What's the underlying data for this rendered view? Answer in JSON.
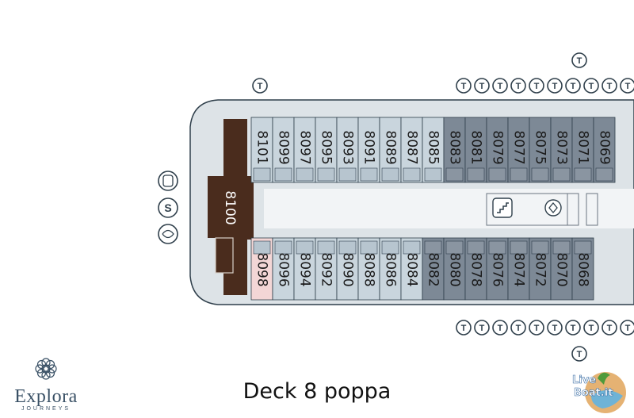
{
  "title": "Deck 8 poppa",
  "brand": {
    "name": "Explora",
    "tagline": "JOURNEYS"
  },
  "watermark": "LiveBoat.it",
  "suite": "8100",
  "cabins_top": [
    "8101",
    "8099",
    "8097",
    "8095",
    "8093",
    "8091",
    "8089",
    "8087",
    "8085",
    "8083",
    "8081",
    "8079",
    "8077",
    "8075",
    "8073",
    "8071",
    "8069"
  ],
  "cabins_bottom": [
    "8098",
    "8096",
    "8094",
    "8092",
    "8090",
    "8088",
    "8086",
    "8084",
    "8082",
    "8080",
    "8078",
    "8076",
    "8074",
    "8072",
    "8070",
    "8068"
  ],
  "side_icons": [
    {
      "icon": "spa-swirl-icon",
      "label": ""
    },
    {
      "icon": "s-letter-icon",
      "label": "S"
    },
    {
      "icon": "sauna-icon",
      "label": ""
    }
  ],
  "t_label": "T",
  "colors": {
    "suite": "#4a2c1d",
    "dark_cabin": "#7d8996",
    "light_cabin": "#c9d5dd",
    "accessible_cabin": "#f3d6d6",
    "hull": "#dde3e7"
  }
}
